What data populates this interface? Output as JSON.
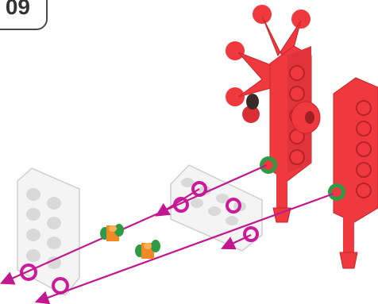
{
  "step": {
    "number": "09"
  },
  "colors": {
    "red_part": "#f0393e",
    "red_dark": "#c4262b",
    "white_part": "#f4f4f4",
    "white_shadow": "#d6d6d6",
    "axle_line": "#c2188f",
    "ring_magenta": "#cc1a9c",
    "ring_green": "#2e9b46",
    "bushing_orange": "#f08a25"
  },
  "parts": [
    "red-flower-connector",
    "red-brick-1x5-front",
    "red-brick-1x5-back",
    "white-plate-left",
    "white-plate-right",
    "bushing-pair-left",
    "bushing-pair-right"
  ]
}
